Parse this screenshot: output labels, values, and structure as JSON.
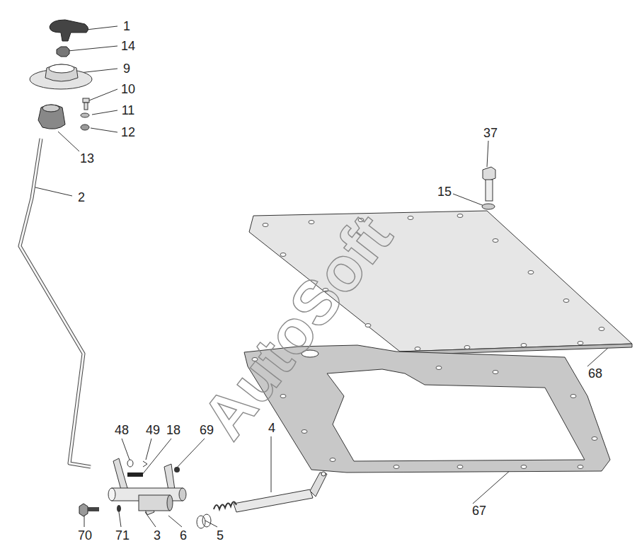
{
  "diagram": {
    "labels": [
      "1",
      "14",
      "9",
      "10",
      "11",
      "12",
      "13",
      "2",
      "37",
      "15",
      "68",
      "67",
      "4",
      "48",
      "49",
      "18",
      "69",
      "70",
      "71",
      "3",
      "6",
      "5",
      "AutoSoft"
    ]
  }
}
